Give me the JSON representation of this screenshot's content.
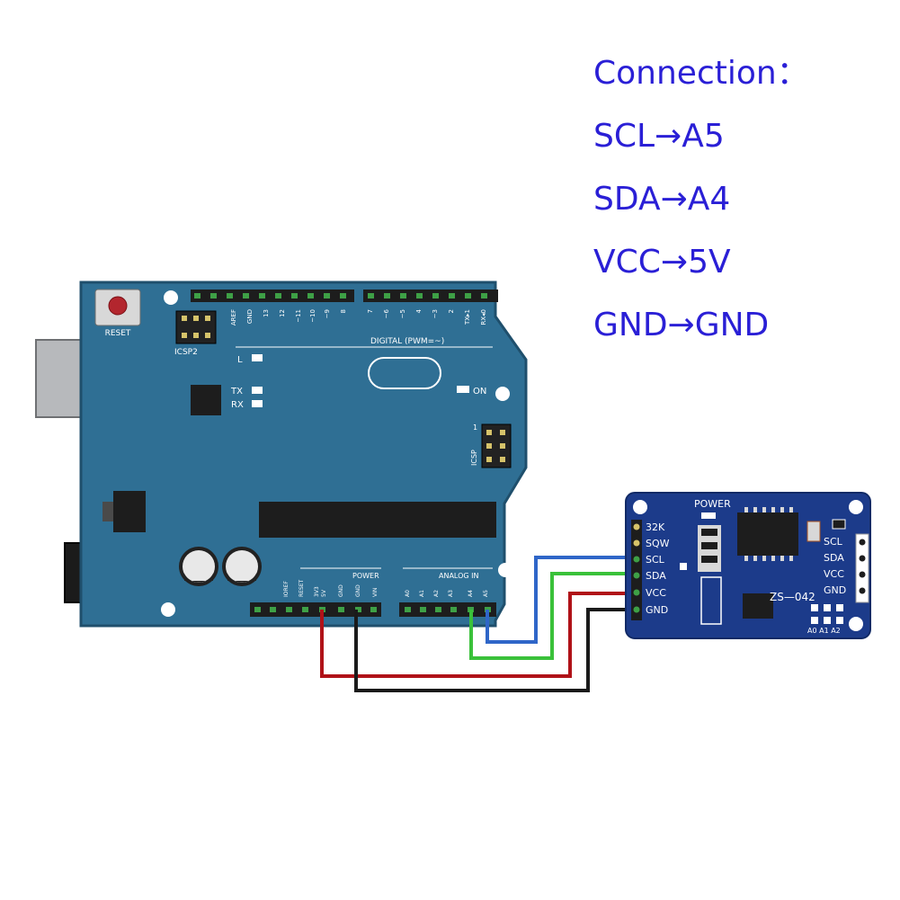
{
  "connection": {
    "title": "Connection：",
    "lines": [
      "SCL→A5",
      "SDA→A4",
      "VCC→5V",
      "GND→GND"
    ]
  },
  "arduino": {
    "reset": "RESET",
    "icsp2": "ICSP2",
    "icsp": "ICSP",
    "icsp_pin": "1",
    "digital": "DIGITAL (PWM=~)",
    "led_l": "L",
    "led_tx": "TX",
    "led_rx": "RX",
    "led_on": "ON",
    "power": "POWER",
    "analog": "ANALOG IN",
    "digital_pins": [
      "AREF",
      "GND",
      "13",
      "12",
      "~11",
      "~10",
      "~9",
      "8",
      "7",
      "~6",
      "~5",
      "4",
      "~3",
      "2",
      "TX▸1",
      "RX◂0"
    ],
    "power_pins": [
      "IOREF",
      "RESET",
      "3V3",
      "5V",
      "GND",
      "GND",
      "VIN"
    ],
    "analog_pins": [
      "A0",
      "A1",
      "A2",
      "A3",
      "A4",
      "A5"
    ]
  },
  "module": {
    "power": "POWER",
    "left_pins": [
      "32K",
      "SQW",
      "SCL",
      "SDA",
      "VCC",
      "GND"
    ],
    "right_pins": [
      "SCL",
      "SDA",
      "VCC",
      "GND"
    ],
    "model": "ZS—042",
    "addr": "A0 A1 A2"
  },
  "colors": {
    "text": "#2a1fd6",
    "board": "#2f6f94",
    "module": "#1c3b8a",
    "wire_red": "#b01218",
    "wire_black": "#1a1a1a",
    "wire_green": "#3ac13a",
    "wire_blue": "#2f66c8"
  }
}
